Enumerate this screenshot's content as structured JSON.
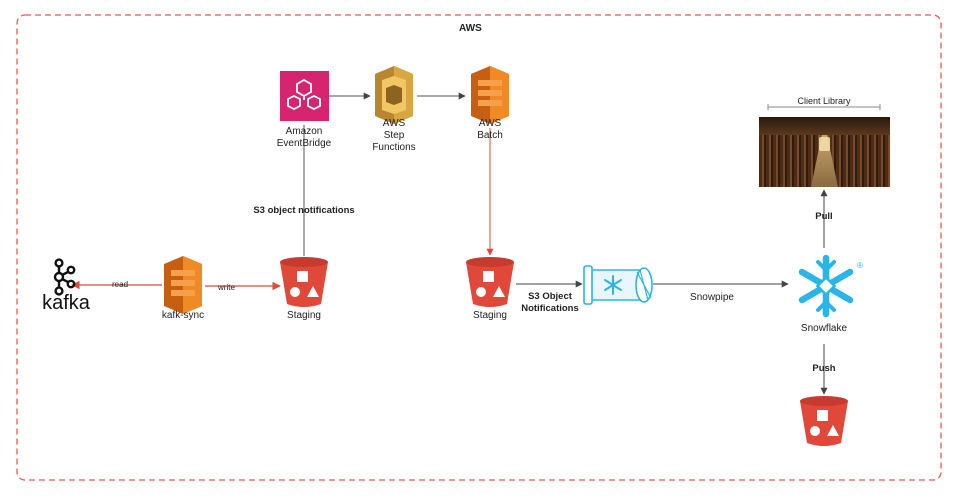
{
  "boundary": {
    "title": "AWS",
    "color": "#e85a4f"
  },
  "nodes": {
    "eventbridge": {
      "label_line1": "Amazon",
      "label_line2": "EventBridge",
      "icon": "eventbridge-icon",
      "color": "#d6246e"
    },
    "step_functions": {
      "label_line1": "AWS",
      "label_line2": "Step",
      "label_line3": "Functions",
      "icon": "step-functions-icon",
      "color": "#d9a741"
    },
    "batch": {
      "label_line1": "AWS",
      "label_line2": "Batch",
      "icon": "batch-icon",
      "color": "#f08a24"
    },
    "kafka": {
      "label": "kafka",
      "icon": "kafka-icon"
    },
    "kafk_sync": {
      "label": "kafk-sync",
      "icon": "compute-icon",
      "color": "#f08a24"
    },
    "staging_1": {
      "label": "Staging",
      "icon": "s3-bucket-icon",
      "color": "#e0483a"
    },
    "staging_2": {
      "label": "Staging",
      "icon": "s3-bucket-icon",
      "color": "#e0483a"
    },
    "snowpipe": {
      "icon": "snowpipe-icon",
      "color": "#29b5e8"
    },
    "snowflake": {
      "label": "Snowflake",
      "icon": "snowflake-icon",
      "color": "#29b5e8",
      "mark": "®"
    },
    "client_library": {
      "label": "Client Library",
      "icon": "library-photo"
    },
    "output_bucket": {
      "icon": "s3-bucket-icon",
      "color": "#e0483a"
    }
  },
  "edges": {
    "read": "read",
    "write": "write",
    "s3_object_notifications": "S3 object notifications",
    "s3_object_notifications_2_line1": "S3 Object",
    "s3_object_notifications_2_line2": "Notifications",
    "snowpipe": "Snowpipe",
    "pull": "Pull",
    "push": "Push"
  },
  "colors": {
    "arrow_dark": "#444444",
    "arrow_red": "#e0483a"
  }
}
